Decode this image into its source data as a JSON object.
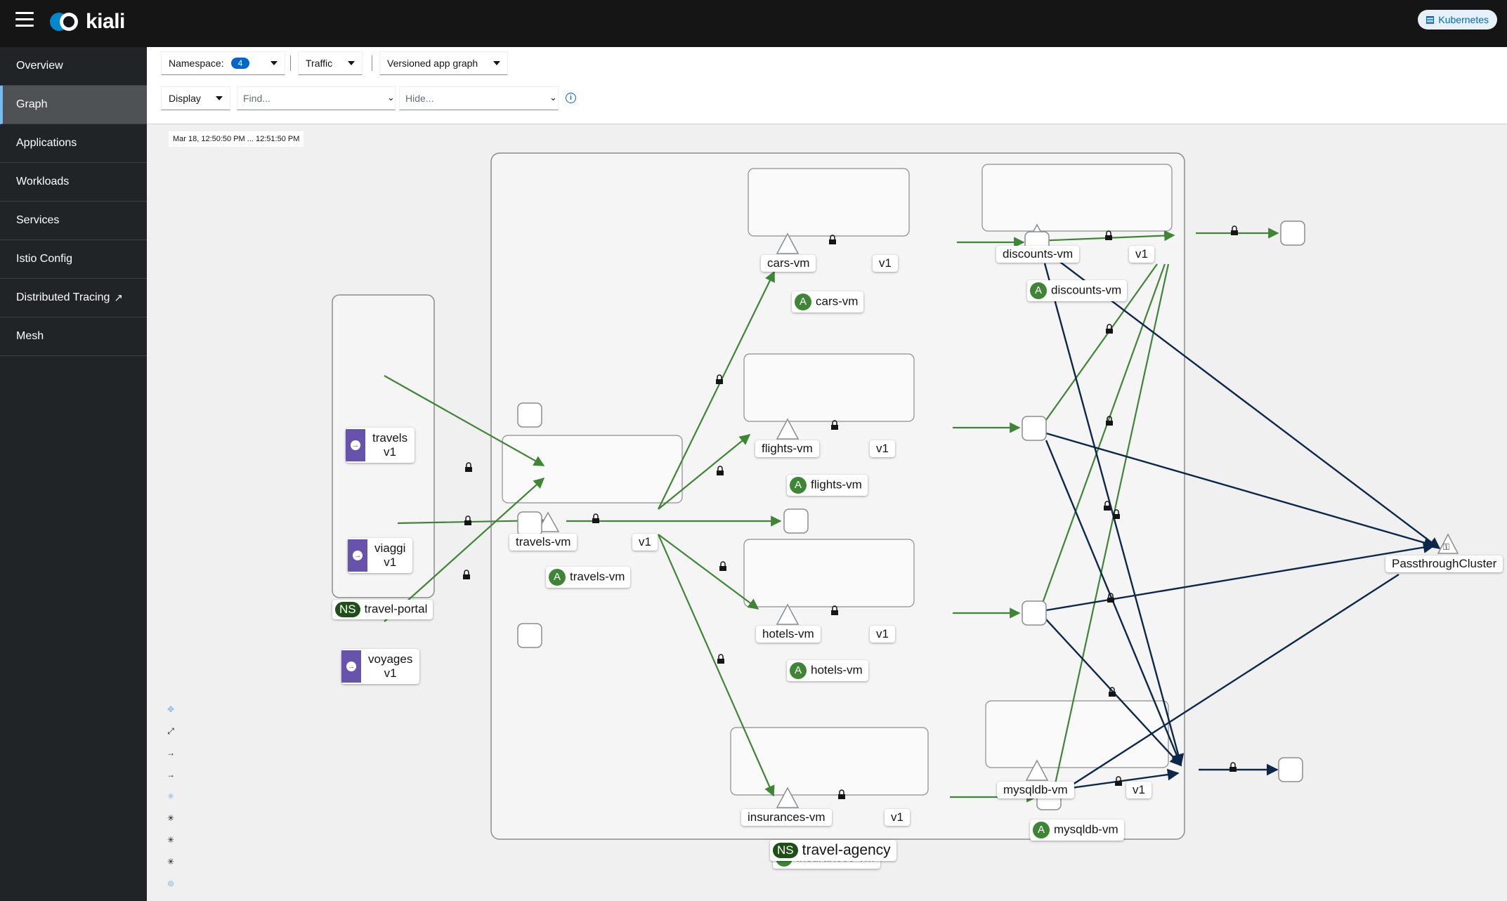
{
  "masthead": {
    "brand": "kiali",
    "cluster_badge": "Kubernetes"
  },
  "sidebar": {
    "items": [
      {
        "label": "Overview"
      },
      {
        "label": "Graph"
      },
      {
        "label": "Applications"
      },
      {
        "label": "Workloads"
      },
      {
        "label": "Services"
      },
      {
        "label": "Istio Config"
      },
      {
        "label": "Distributed Tracing"
      },
      {
        "label": "Mesh"
      }
    ],
    "active": "Graph"
  },
  "toolbar": {
    "namespace_label": "Namespace:",
    "namespace_count": "4",
    "traffic_label": "Traffic",
    "graph_type_label": "Versioned app graph",
    "display_label": "Display",
    "find_placeholder": "Find...",
    "hide_placeholder": "Hide..."
  },
  "graph": {
    "timestamp": "Mar 18, 12:50:50 PM ... 12:51:50 PM",
    "namespaces": [
      {
        "name": "travel-agency",
        "badge": "NS"
      },
      {
        "name": "travel-portal",
        "badge": "NS"
      }
    ],
    "apps": {
      "badge": "A",
      "travels_vm": "travels-vm",
      "cars_vm": "cars-vm",
      "discounts_vm": "discounts-vm",
      "flights_vm": "flights-vm",
      "hotels_vm": "hotels-vm",
      "insurances_vm": "insurances-vm",
      "mysqldb_vm": "mysqldb-vm"
    },
    "services": {
      "travels_vm": "travels-vm",
      "cars_vm": "cars-vm",
      "discounts_vm": "discounts-vm",
      "flights_vm": "flights-vm",
      "hotels_vm": "hotels-vm",
      "insurances_vm": "insurances-vm",
      "mysqldb_vm": "mysqldb-vm"
    },
    "version_label": "v1",
    "portal_workloads": [
      {
        "name": "travels",
        "version": "v1"
      },
      {
        "name": "viaggi",
        "version": "v1"
      },
      {
        "name": "voyages",
        "version": "v1"
      }
    ],
    "passthrough": "PassthroughCluster",
    "colors": {
      "healthy_edge": "#3e8635",
      "tcp_edge": "#0b2749",
      "namespace_box": "#8a8d90",
      "app_badge": "#3e8635",
      "gateway": "#6753ac"
    }
  }
}
